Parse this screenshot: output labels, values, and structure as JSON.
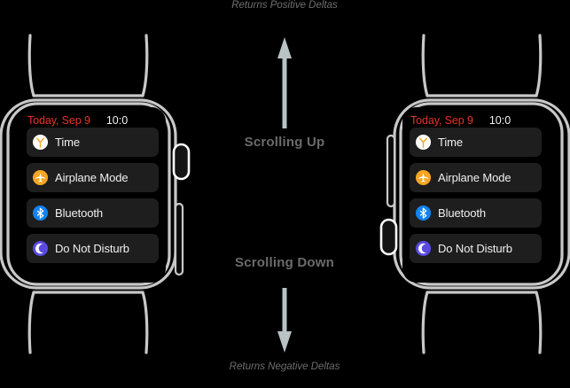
{
  "theme": {
    "background": "#000000",
    "watch_outline": "#c8c8c8",
    "screen_background": "#000000",
    "row_background": "#1e1e1e",
    "date_color": "#e8342a",
    "time_color": "#f2f2f2",
    "label_color": "#f0f0f0",
    "caption_color": "#6e6e6e",
    "phase_color": "#6b6b6b",
    "arrow_color": "#b9c3c6"
  },
  "watches": [
    {
      "id": "watch-left",
      "orientation": "crown-right",
      "status": {
        "date": "Today, Sep 9",
        "time": "10:0"
      },
      "items": [
        {
          "label": "Time",
          "icon": "clock-icon",
          "icon_bg": "#ffffff",
          "icon_fg": "#f5a623"
        },
        {
          "label": "Airplane Mode",
          "icon": "airplane-icon",
          "icon_bg": "#f5a623",
          "icon_fg": "#ffffff"
        },
        {
          "label": "Bluetooth",
          "icon": "bluetooth-icon",
          "icon_bg": "#1283f0",
          "icon_fg": "#ffffff"
        },
        {
          "label": "Do Not Disturb",
          "icon": "moon-icon",
          "icon_bg": "#5a4ae3",
          "icon_fg": "#ffffff"
        }
      ],
      "hardware": [
        {
          "name": "digital-crown",
          "position": "right-upper"
        },
        {
          "name": "side-button",
          "position": "right-lower"
        }
      ]
    },
    {
      "id": "watch-right",
      "orientation": "crown-left",
      "status": {
        "date": "Today, Sep 9",
        "time": "10:0"
      },
      "items": [
        {
          "label": "Time",
          "icon": "clock-icon",
          "icon_bg": "#ffffff",
          "icon_fg": "#f5a623"
        },
        {
          "label": "Airplane Mode",
          "icon": "airplane-icon",
          "icon_bg": "#f5a623",
          "icon_fg": "#ffffff"
        },
        {
          "label": "Bluetooth",
          "icon": "bluetooth-icon",
          "icon_bg": "#1283f0",
          "icon_fg": "#ffffff"
        },
        {
          "label": "Do Not Disturb",
          "icon": "moon-icon",
          "icon_bg": "#5a4ae3",
          "icon_fg": "#ffffff"
        }
      ],
      "hardware": [
        {
          "name": "side-button",
          "position": "left-upper"
        },
        {
          "name": "digital-crown",
          "position": "left-lower"
        }
      ]
    }
  ],
  "annotations": {
    "top_caption": "Returns Positive Deltas",
    "bottom_caption": "Returns Negative Deltas",
    "scrolling_up_label": "Scrolling Up",
    "scrolling_down_label": "Scrolling Down",
    "up_arrow": "arrow-up-icon",
    "down_arrow": "arrow-down-icon"
  }
}
